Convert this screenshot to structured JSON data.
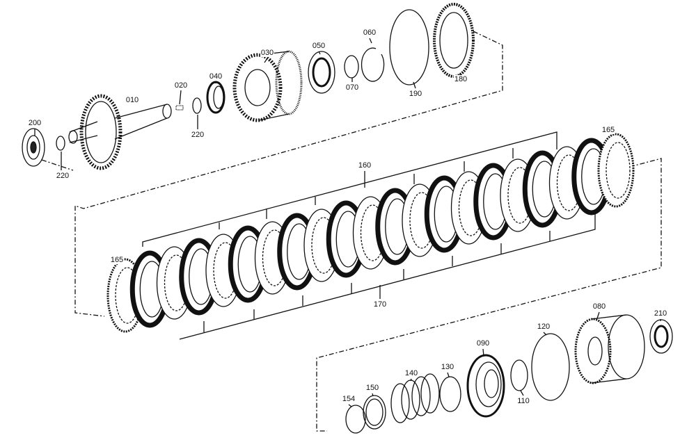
{
  "part_labels": {
    "p200": "200",
    "p220a": "220",
    "p010": "010",
    "p020": "020",
    "p220b": "220",
    "p040": "040",
    "p030": "030",
    "p050": "050",
    "p070": "070",
    "p060": "060",
    "p190": "190",
    "p180": "180",
    "p160": "160",
    "p165a": "165",
    "p165b": "165",
    "p170": "170",
    "p080": "080",
    "p210": "210",
    "p120": "120",
    "p090": "090",
    "p130": "130",
    "p140": "140",
    "p150": "150",
    "p154": "154",
    "p110": "110"
  }
}
